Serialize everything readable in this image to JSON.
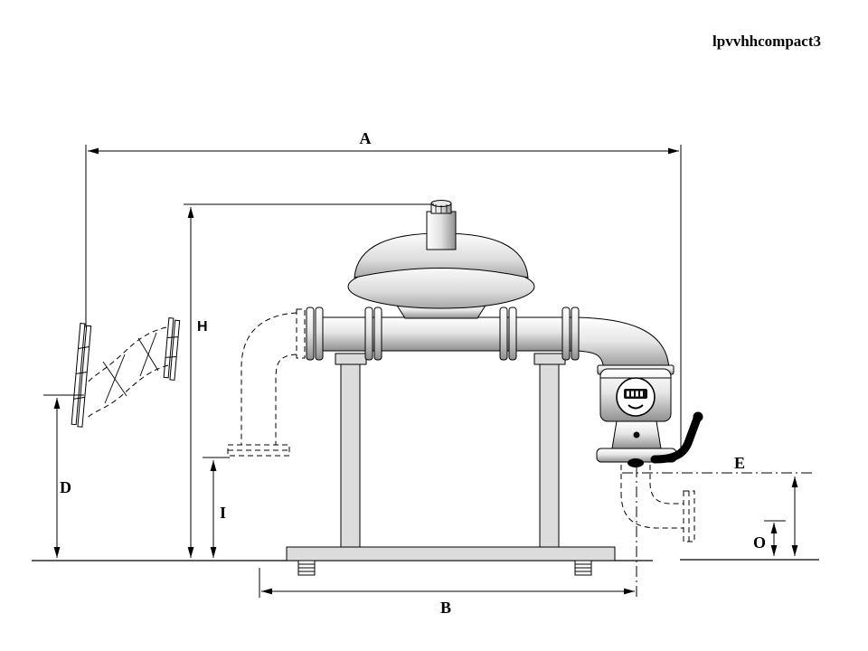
{
  "page": {
    "title": "lpvvhhcompact3",
    "background_color": "#ffffff"
  },
  "diagram": {
    "labels": {
      "A": "A",
      "B": "B",
      "D": "D",
      "E": "E",
      "H": "H",
      "I": "I",
      "O": "O"
    },
    "colors": {
      "line": "#000000",
      "metal_highlight": "#ffffff",
      "metal_shadow": "#8f8f8f",
      "stand_fill": "#dcdcdc",
      "display_fill": "#111111"
    },
    "components": [
      "inlet-flex-connector",
      "inlet-elbow-hidden",
      "pressure-regulator",
      "pipe-flanges",
      "support-stand",
      "outlet-elbow",
      "gas-meter",
      "valve-handle",
      "outlet-pipe-hidden",
      "ground-line"
    ]
  }
}
